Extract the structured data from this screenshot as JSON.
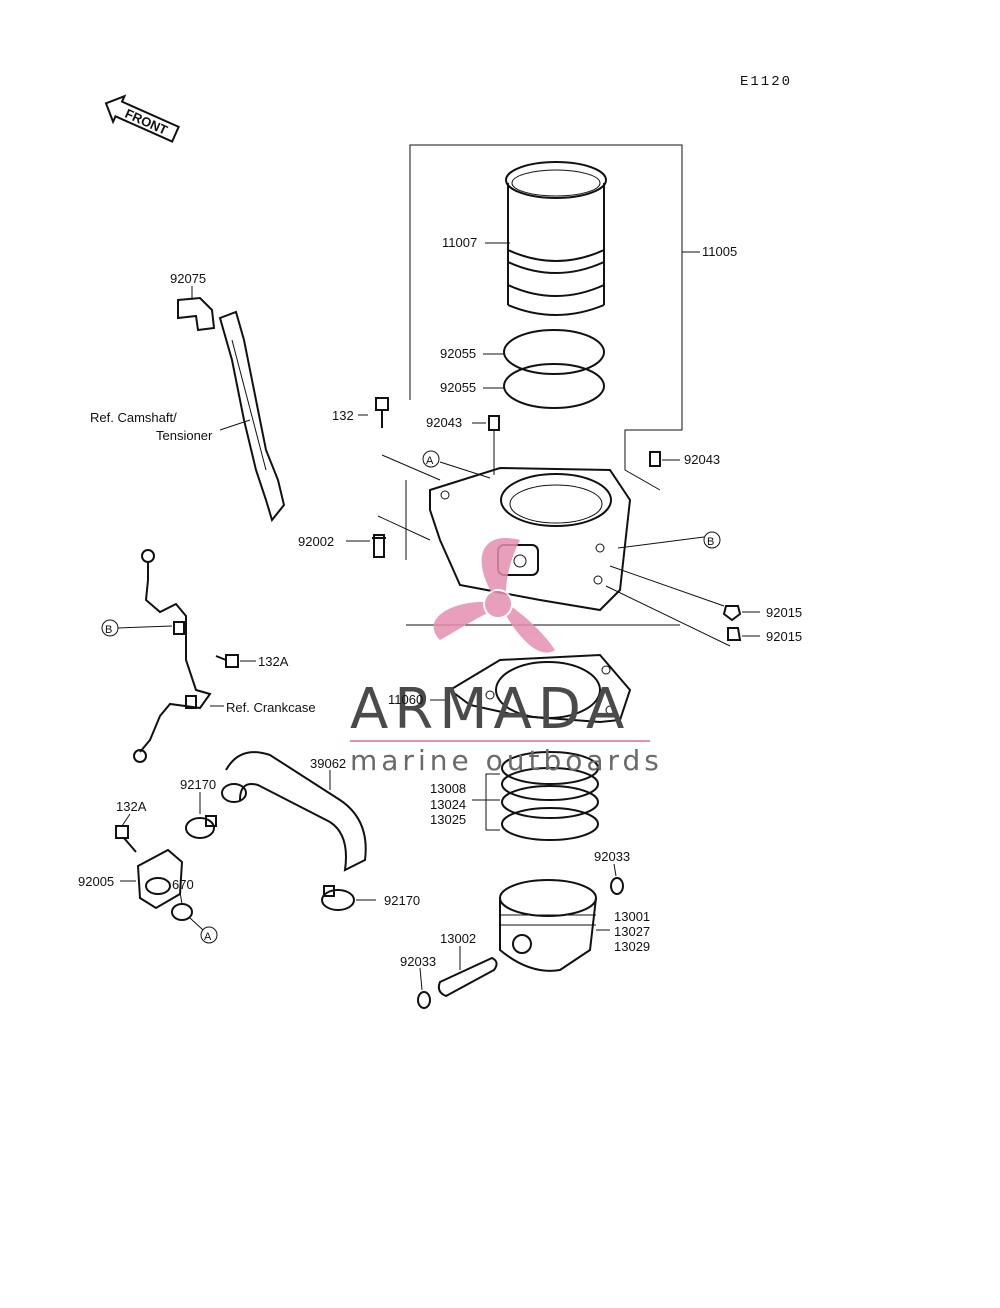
{
  "diagram": {
    "code": "E1120",
    "front_label": "FRONT",
    "parts": {
      "p11007": "11007",
      "p11005": "11005",
      "p92075": "92075",
      "p92055a": "92055",
      "p92055b": "92055",
      "p132": "132",
      "p92043a": "92043",
      "p92043b": "92043",
      "p92002": "92002",
      "p92015a": "92015",
      "p92015b": "92015",
      "p132a1": "132A",
      "p11060": "11060",
      "p39062": "39062",
      "p92170a": "92170",
      "p92170b": "92170",
      "p132a2": "132A",
      "p92005": "92005",
      "p670": "670",
      "p13008": "13008",
      "p13024": "13024",
      "p13025": "13025",
      "p92033a": "92033",
      "p92033b": "92033",
      "p13001": "13001",
      "p13027": "13027",
      "p13029": "13029",
      "p13002": "13002"
    },
    "refs": {
      "camshaft_line1": "Ref. Camshaft/",
      "camshaft_line2": "Tensioner",
      "crankcase": "Ref. Crankcase"
    },
    "callouts": {
      "a1": "A",
      "a2": "A",
      "b1": "B",
      "b2": "B"
    }
  },
  "watermark": {
    "brand": "ARMADA",
    "tagline": "marine outboards",
    "accent_color": "#e58fb0"
  }
}
